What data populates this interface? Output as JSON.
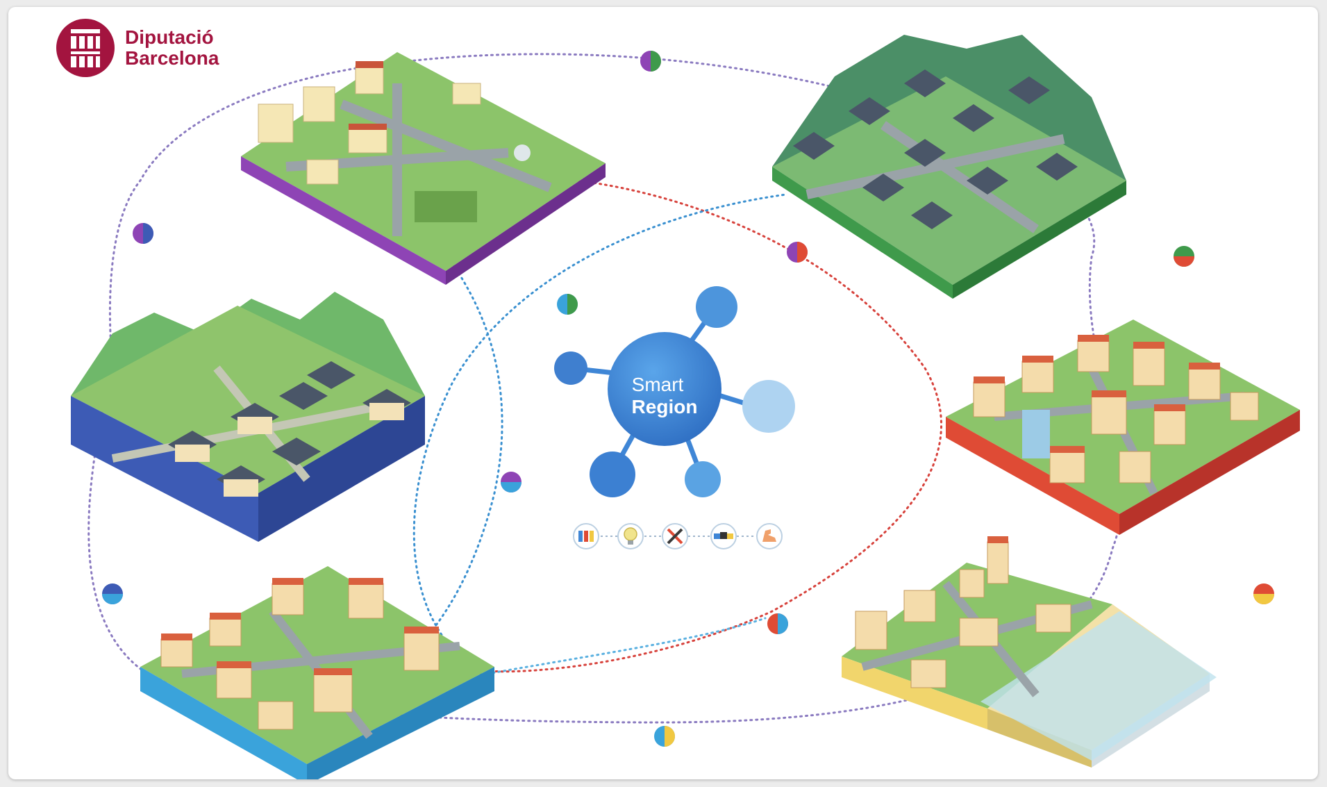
{
  "brand": {
    "line1": "Diputació",
    "line2": "Barcelona",
    "color": "#a3143f"
  },
  "hub": {
    "line1": "Smart",
    "line2": "Region",
    "color": "#3f86d6"
  },
  "value_icons": [
    "people-icon",
    "lightbulb-icon",
    "tools-icon",
    "handshake-icon",
    "strength-icon"
  ],
  "territories": [
    {
      "name": "town-purple",
      "color": "#8e44b5"
    },
    {
      "name": "village-green-mountain",
      "color": "#3f9a4b"
    },
    {
      "name": "village-blue-mountain",
      "color": "#3d5bb5"
    },
    {
      "name": "town-red",
      "color": "#df4b35"
    },
    {
      "name": "town-lightblue",
      "color": "#3aa3db"
    },
    {
      "name": "coastal-town-sand",
      "color": "#f1d56c"
    }
  ]
}
